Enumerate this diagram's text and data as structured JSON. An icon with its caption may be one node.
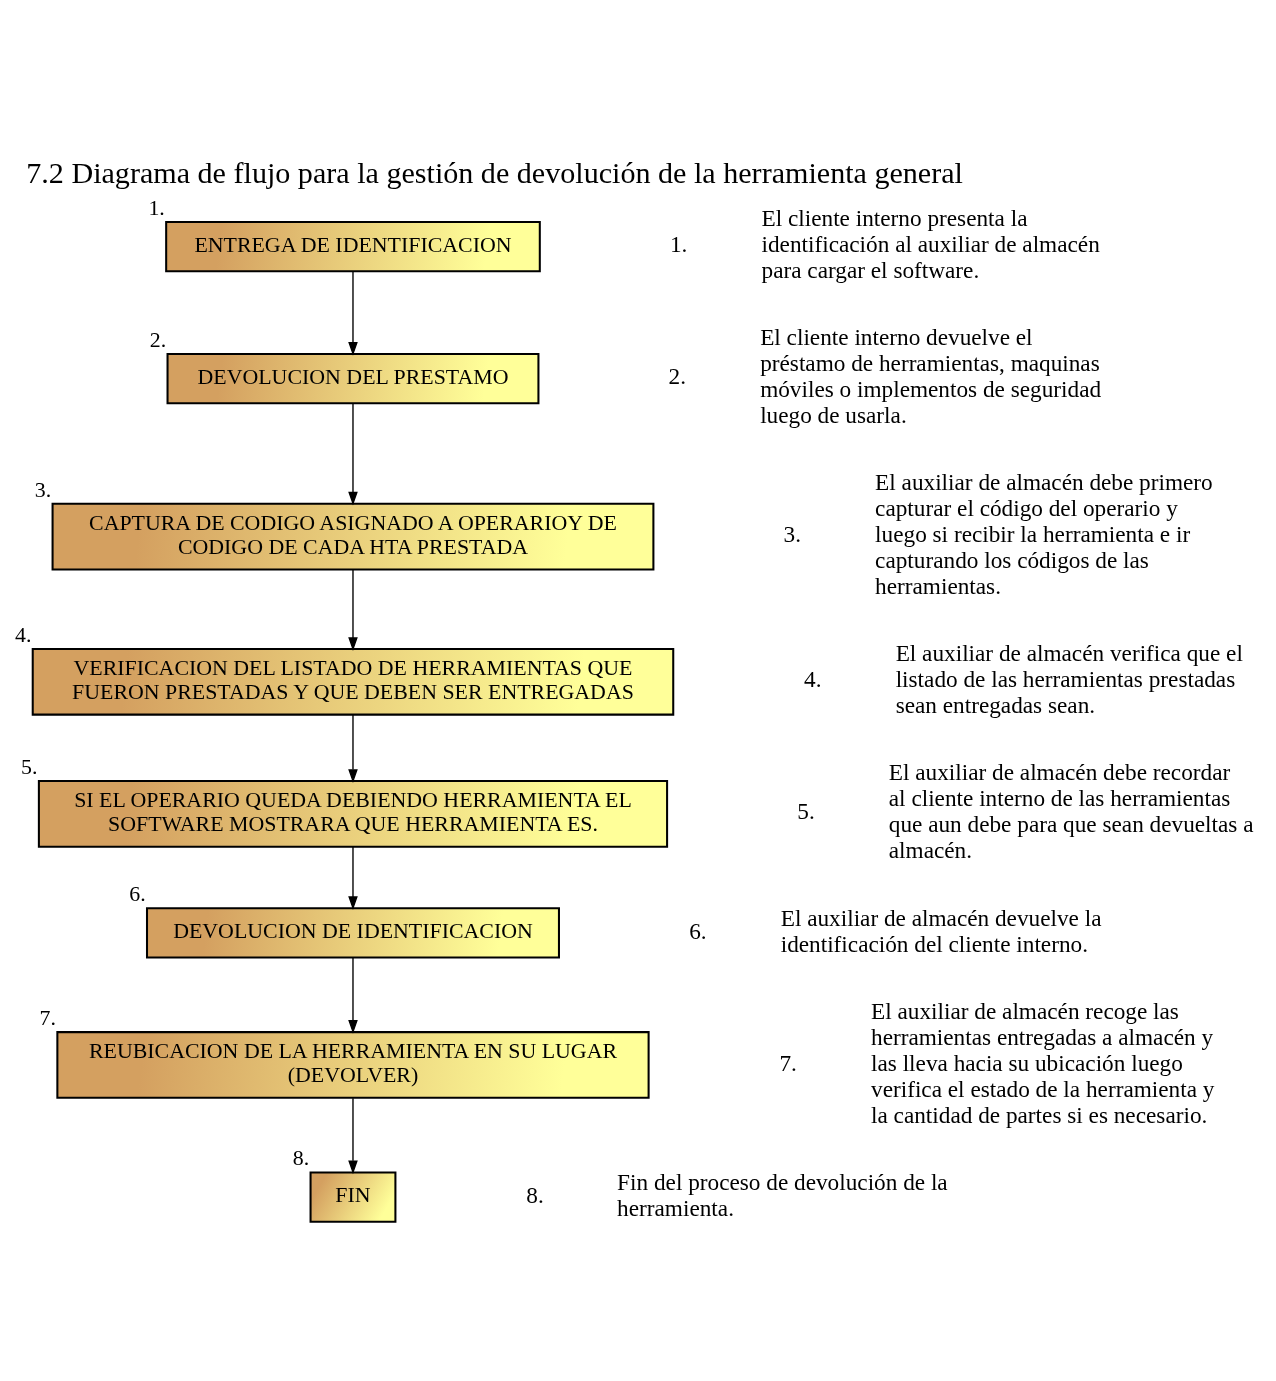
{
  "diagram": {
    "title": "7.2 Diagrama de flujo para la gestión de devolución de la herramienta general",
    "nodes": [
      {
        "text": [
          "ENTREGA DE IDENTIFICACION"
        ],
        "beside": [
          "1."
        ]
      },
      {
        "text": [
          "DEVOLUCION DEL PRESTAMO"
        ],
        "beside": [
          "2."
        ]
      },
      {
        "text": [
          "CAPTURA DE CODIGO ASIGNADO A OPERARIOY DE CODIGO DE CADA HTA PRESTADA"
        ],
        "beside": [
          "3."
        ]
      },
      {
        "text": [
          "VERIFICACION DEL LISTADO DE HERRAMIENTAS QUE FUERON PRESTADAS Y QUE DEBEN SER ENTREGADAS"
        ],
        "beside": [
          "4."
        ]
      },
      {
        "text": [
          "SI EL OPERARIO QUEDA DEBIENDO HERRAMIENTA EL SOFTWARE MOSTRARA QUE HERRAMIENTA ES."
        ],
        "beside": [
          "5."
        ]
      },
      {
        "text": [
          "DEVOLUCION DE IDENTIFICACION"
        ],
        "beside": [
          "6."
        ]
      },
      {
        "text": [
          "REUBICACION DE LA HERRAMIENTA EN SU LUGAR (DEVOLVER)"
        ],
        "beside": [
          "7."
        ]
      },
      {
        "text": [
          "FIN"
        ],
        "beside": [
          "8."
        ]
      }
    ],
    "edges": [
      {
        "from": 0,
        "to": 1,
        "arrow": "to"
      },
      {
        "from": 1,
        "to": 2,
        "arrow": "to"
      },
      {
        "from": 2,
        "to": 3,
        "arrow": "to"
      },
      {
        "from": 3,
        "to": 4,
        "arrow": "to"
      },
      {
        "from": 4,
        "to": 5,
        "arrow": "to"
      },
      {
        "from": 5,
        "to": 6,
        "arrow": "to"
      },
      {
        "from": 6,
        "to": 7,
        "arrow": "to"
      }
    ],
    "labels": [
      "1.",
      "El cliente interno presenta la identificación al auxiliar de almacén para cargar el software.",
      "2.",
      "El cliente interno devuelve el préstamo de herramientas, maquinas móviles o implementos de seguridad luego de usarla.",
      "3.",
      "El auxiliar de almacén debe primero capturar el código del operario y luego si recibir la herramienta e ir capturando los códigos de las herramientas.",
      "4.",
      "El auxiliar de almacén verifica que el listado de las herramientas prestadas sean entregadas sean.",
      "5.",
      "El auxiliar de almacén debe recordar al cliente interno de las herramientas que aun debe para que sean devueltas a almacén.",
      "6.",
      "El auxiliar de almacén devuelve la identificación del cliente interno.",
      "7.",
      "El auxiliar de almacén recoge las herramientas entregadas a almacén y las lleva hacia su ubicación luego verifica el estado de la herramienta y la cantidad de partes si es necesario.",
      "8.",
      "Fin del proceso de devolución de la herramienta."
    ]
  }
}
